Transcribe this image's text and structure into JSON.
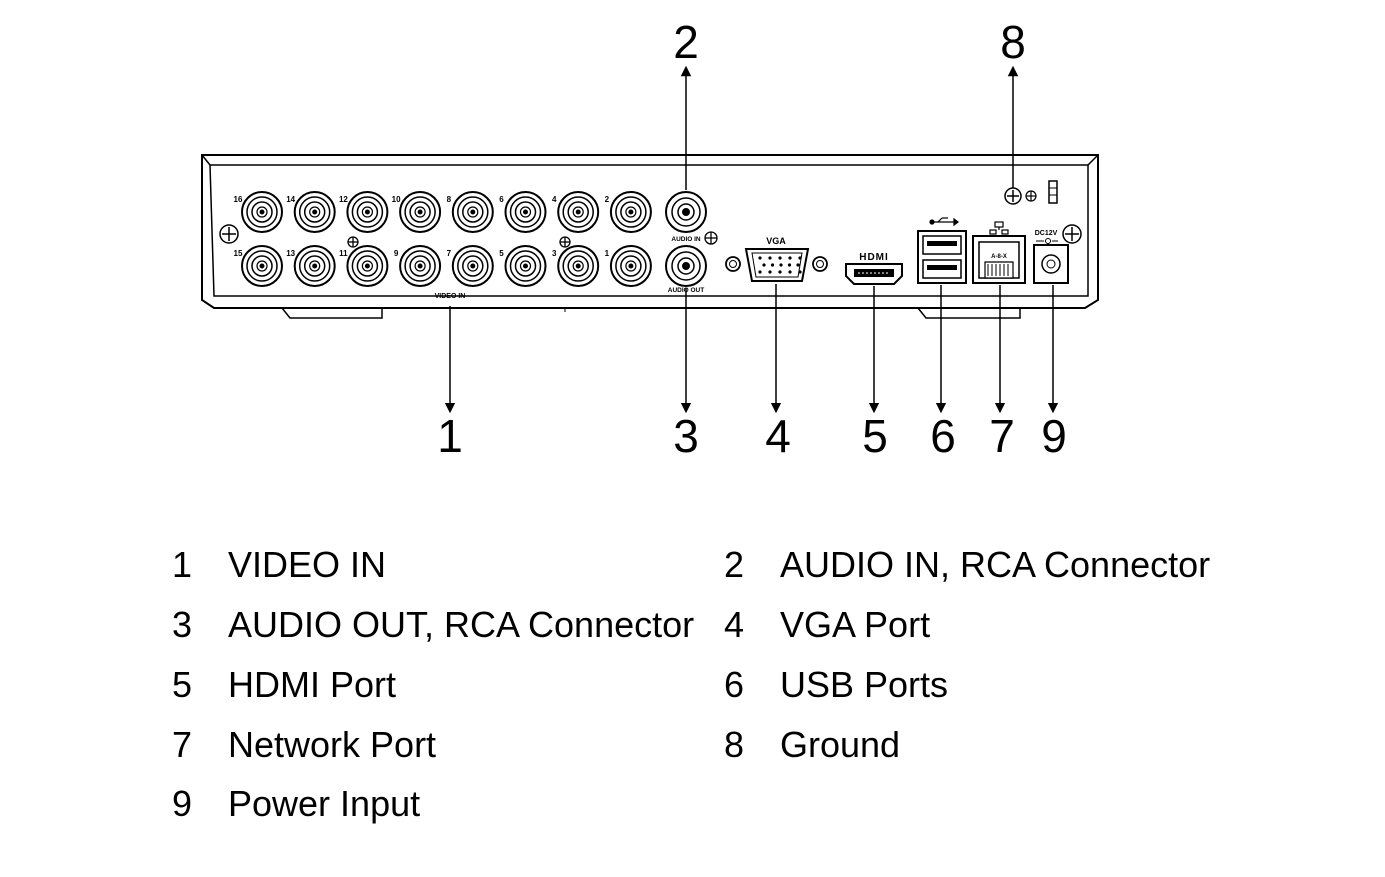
{
  "callouts": [
    "1",
    "2",
    "3",
    "4",
    "5",
    "6",
    "7",
    "8",
    "9"
  ],
  "panel_labels": {
    "video_in": "VIDEO IN",
    "audio_in": "AUDIO IN",
    "audio_out": "AUDIO OUT",
    "vga": "VGA",
    "hdmi": "HDMI",
    "dc": "DC12V",
    "network": "A-8-X"
  },
  "bnc_top_labels": [
    "16",
    "14",
    "12",
    "10",
    "8",
    "6",
    "4",
    "2"
  ],
  "bnc_bottom_labels": [
    "15",
    "13",
    "11",
    "9",
    "7",
    "5",
    "3",
    "1"
  ],
  "legend": [
    {
      "num": "1",
      "label": "VIDEO IN"
    },
    {
      "num": "2",
      "label": "AUDIO IN, RCA Connector"
    },
    {
      "num": "3",
      "label": "AUDIO OUT, RCA Connector"
    },
    {
      "num": "4",
      "label": "VGA Port"
    },
    {
      "num": "5",
      "label": "HDMI Port"
    },
    {
      "num": "6",
      "label": "USB Ports"
    },
    {
      "num": "7",
      "label": "Network Port"
    },
    {
      "num": "8",
      "label": "Ground"
    },
    {
      "num": "9",
      "label": "Power Input"
    }
  ]
}
